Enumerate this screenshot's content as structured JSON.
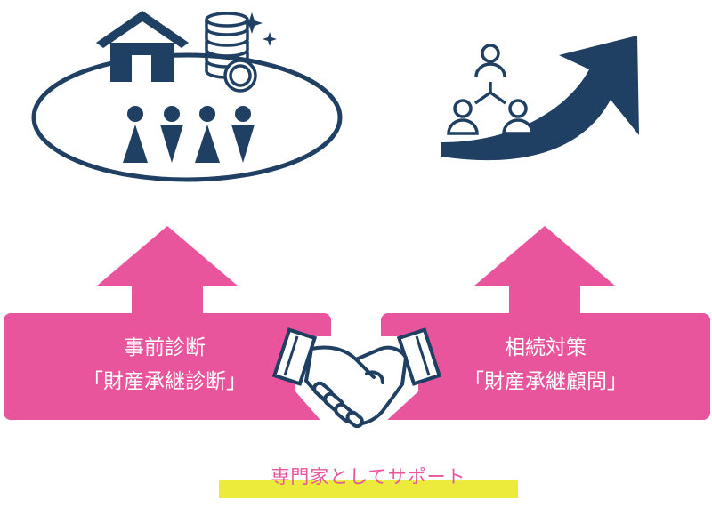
{
  "colors": {
    "navy": "#1f3f63",
    "pink": "#e8559c",
    "yellow": "#eceb3c",
    "white": "#ffffff"
  },
  "icons": {
    "left_group": [
      "house-icon",
      "coin-stack-icon",
      "sparkle-icon",
      "family-people-icon",
      "ellipse-outline"
    ],
    "right_group": [
      "org-chart-people-icon",
      "growth-arrow-icon"
    ],
    "center": "handshake-icon"
  },
  "left_box": {
    "line1": "事前診断",
    "line2": "「財産承継診断」"
  },
  "right_box": {
    "line1": "相続対策",
    "line2": "「財産承継顧問」"
  },
  "footer": {
    "label": "専門家としてサポート"
  }
}
